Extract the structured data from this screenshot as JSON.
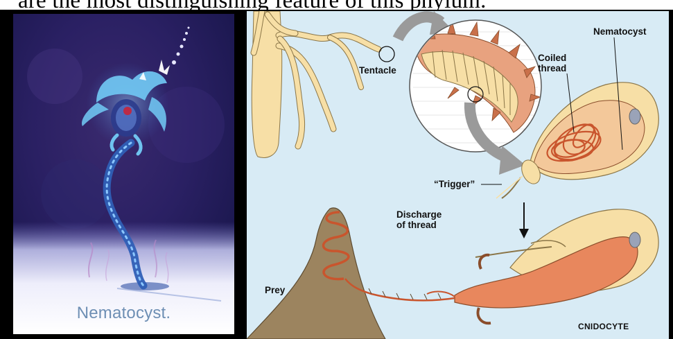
{
  "title": "are the most distinguishing feature of this phylum.",
  "photo": {
    "caption": "Nematocyst."
  },
  "diagram": {
    "labels": {
      "tentacle": "Tentacle",
      "nematocyst": "Nematocyst",
      "coiled_thread": "Coiled\nthread",
      "trigger": "“Trigger”",
      "discharge": "Discharge\nof thread",
      "prey": "Prey",
      "cnidocyte": "CNIDOCYTE"
    }
  },
  "colors": {
    "diagram_background": "#d8ebf5",
    "cell_cream": "#f7dfa6",
    "thread_orange": "#e8875d",
    "prey_brown": "#9c845f",
    "arrow_gray": "#9a9a9a"
  }
}
